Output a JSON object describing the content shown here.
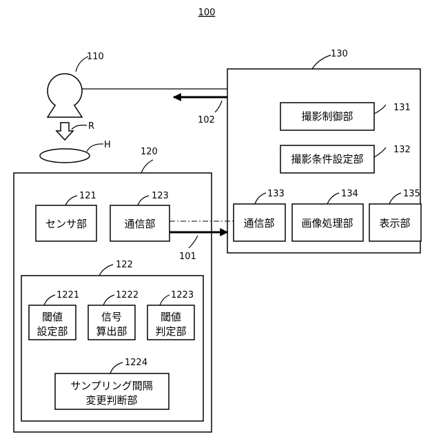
{
  "title": "100",
  "nodes": {
    "xray_source": {
      "ref": "110"
    },
    "radiation": {
      "label": "R"
    },
    "subject": {
      "label": "H"
    },
    "control_unit": {
      "ref": "130",
      "imaging_control": {
        "ref": "131",
        "label": "撮影制御部"
      },
      "imaging_conditions": {
        "ref": "132",
        "label": "撮影条件設定部"
      },
      "comm": {
        "ref": "133",
        "label": "通信部"
      },
      "image_processing": {
        "ref": "134",
        "label": "画像処理部"
      },
      "display": {
        "ref": "135",
        "label": "表示部"
      }
    },
    "detector": {
      "ref": "120",
      "sensor": {
        "ref": "121",
        "label": "センサ部"
      },
      "comm": {
        "ref": "123",
        "label": "通信部"
      },
      "processor": {
        "ref": "122",
        "threshold_setting": {
          "ref": "1221",
          "lines": [
            "閾値",
            "設定部"
          ]
        },
        "signal_calc": {
          "ref": "1222",
          "lines": [
            "信号",
            "算出部"
          ]
        },
        "threshold_judge": {
          "ref": "1223",
          "lines": [
            "閾値",
            "判定部"
          ]
        },
        "sampling_judge": {
          "ref": "1224",
          "lines": [
            "サンプリング間隔",
            "変更判断部"
          ]
        }
      }
    }
  },
  "links": {
    "signal_102": {
      "ref": "102"
    },
    "signal_101": {
      "ref": "101"
    }
  }
}
